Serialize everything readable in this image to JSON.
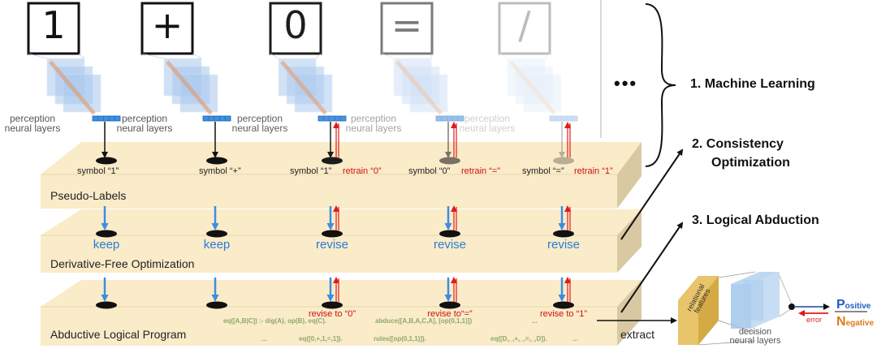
{
  "digits": [
    {
      "glyph": "1",
      "label": "perception\nneural layers",
      "symbol": "symbol “1”",
      "retrain": ""
    },
    {
      "glyph": "+",
      "label": "perception\nneural layers",
      "symbol": "symbol “+”",
      "retrain": ""
    },
    {
      "glyph": "0",
      "label": "perception\nneural layers",
      "symbol": "symbol “1”",
      "retrain": "retrain “0”"
    },
    {
      "glyph": "=",
      "label": "perception\nneural layers",
      "symbol": "symbol “0”",
      "retrain": "retrain “=”"
    },
    {
      "glyph": "/",
      "label": "perception\nneural layers",
      "symbol": "symbol “=”",
      "retrain": "retrain “1”"
    }
  ],
  "ellipsis": "•••",
  "steps": {
    "step1": "1. Machine Learning",
    "step2a": "2. Consistency",
    "step2b": "Optimization",
    "step3": "3. Logical Abduction"
  },
  "layers": {
    "pseudo": "Pseudo-Labels",
    "dfo": "Derivative-Free Optimization",
    "alp": "Abductive Logical Program"
  },
  "actions": [
    "keep",
    "keep",
    "revise",
    "revise",
    "revise"
  ],
  "revise_to": [
    "",
    "",
    "revise to “0”",
    "revise to“=”",
    "revise to “1”"
  ],
  "code_lines": [
    "eq([A,B|C]) :- dig(A), op(B), eq(C).",
    "abduce([A,B,A,C,A], [op(0,1,1)])",
    "...",
    "...",
    "eq([0,+,1,=,1]).",
    "rules([op(0,1,1)]).",
    "eq([D,_,+,_,=,_,D]).",
    "..."
  ],
  "extract": "extract",
  "relational": "relational\nfeatures",
  "decision": "decision\nneural layers",
  "error": "error",
  "positive": {
    "initial": "P",
    "rest": "ositive"
  },
  "negative": {
    "initial": "N",
    "rest": "egative"
  },
  "colors": {
    "slab_top": "#faebc9",
    "slab_side": "#d9c9a3",
    "blue_arrow": "#3b8fe0",
    "red": "#e01b1b",
    "positive": "#1f5fbf",
    "negative": "#e07a1a"
  }
}
